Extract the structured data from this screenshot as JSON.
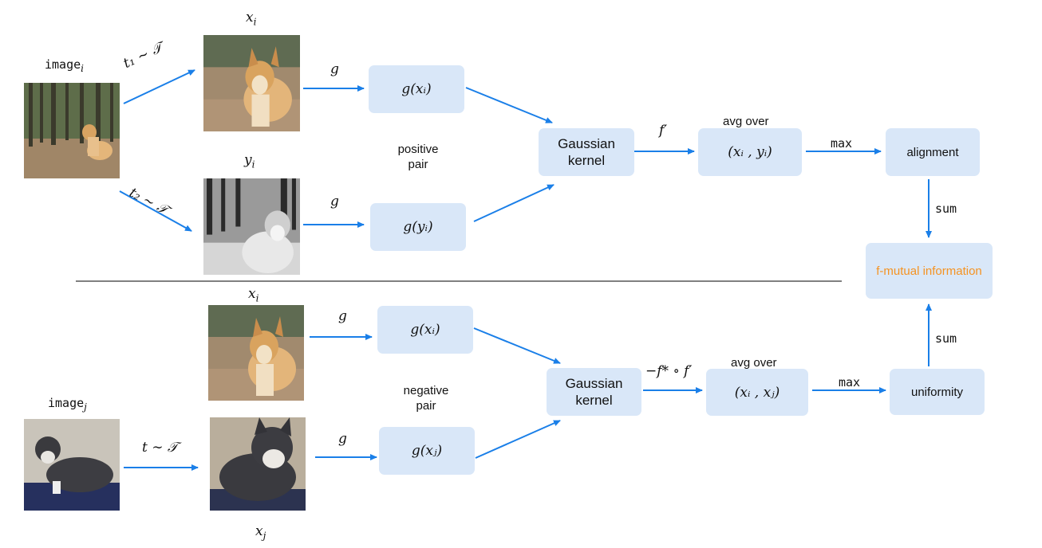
{
  "top": {
    "image_label": "image",
    "image_sub": "i",
    "t1_label": "t₁ ∼ 𝒯",
    "t2_label": "t₂ ∼ 𝒯",
    "xi_label": "x",
    "xi_sub": "i",
    "yi_label": "y",
    "yi_sub": "i",
    "g_label_1": "g",
    "g_label_2": "g",
    "g_xi": "g(xᵢ)",
    "g_yi": "g(yᵢ)",
    "pair_label_line1": "positive",
    "pair_label_line2": "pair",
    "kernel_line1": "Gaussian",
    "kernel_line2": "kernel",
    "f_label": "f′",
    "avg_label": "avg over",
    "avg_pair": "(xᵢ , yᵢ)",
    "max_label": "max",
    "result": "alignment",
    "sum_label": "sum"
  },
  "center": {
    "mutual_info": "f-mutual information"
  },
  "bottom": {
    "image_label": "image",
    "image_sub": "j",
    "t_label": "t ∼ 𝒯",
    "xi_label": "x",
    "xi_sub": "i",
    "xj_label": "x",
    "xj_sub": "j",
    "g_label_1": "g",
    "g_label_2": "g",
    "g_xi": "g(xᵢ)",
    "g_xj": "g(xⱼ)",
    "pair_label_line1": "negative",
    "pair_label_line2": "pair",
    "kernel_line1": "Gaussian",
    "kernel_line2": "kernel",
    "f_label": "−f* ∘ f′",
    "avg_label": "avg over",
    "avg_pair": "(xᵢ , xⱼ)",
    "max_label": "max",
    "result": "uniformity",
    "sum_label": "sum"
  },
  "colors": {
    "arrow": "#1a7fe8",
    "box": "#d9e7f8",
    "accent": "#f59322"
  }
}
